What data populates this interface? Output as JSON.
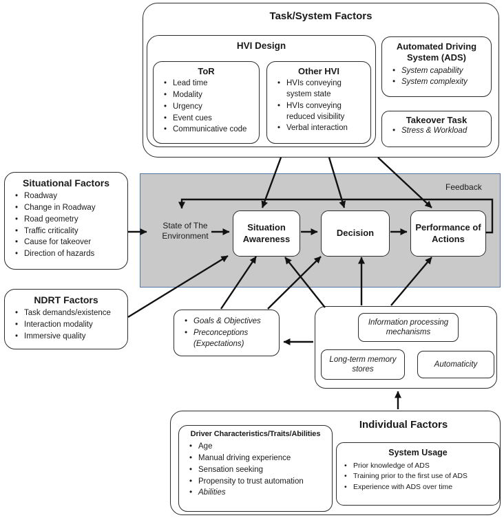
{
  "colors": {
    "panel_fill": "#c9c9c9",
    "panel_border": "#4f74a6",
    "line": "#111111",
    "box_border": "#2a2a2a"
  },
  "task_system": {
    "title": "Task/System Factors",
    "hvi": {
      "title": "HVI Design",
      "tor": {
        "title": "ToR",
        "items": [
          "Lead time",
          "Modality",
          "Urgency",
          "Event cues",
          "Communicative code"
        ]
      },
      "other_hvi": {
        "title": "Other HVI",
        "items": [
          "HVIs conveying system state",
          "HVIs conveying reduced visibility",
          "Verbal interaction"
        ]
      }
    },
    "ads": {
      "title": "Automated Driving System (ADS)",
      "items": [
        "System capability",
        "System complexity"
      ]
    },
    "takeover_task": {
      "title": "Takeover Task",
      "items": [
        "Stress & Workload"
      ]
    }
  },
  "situational": {
    "title": "Situational Factors",
    "items": [
      "Roadway",
      "Change in Roadway",
      "Road geometry",
      "Traffic criticality",
      "Cause for takeover",
      "Direction of hazards"
    ]
  },
  "ndrt": {
    "title": "NDRT Factors",
    "items": [
      "Task demands/existence",
      "Interaction modality",
      "Immersive quality"
    ]
  },
  "process_panel": {
    "state_label": "State of The Environment",
    "feedback_label": "Feedback",
    "stages": {
      "situation_awareness": "Situation Awareness",
      "decision": "Decision",
      "performance": "Performance of Actions"
    }
  },
  "goals": {
    "items": [
      "Goals & Objectives",
      "Preconceptions (Expectations)"
    ]
  },
  "cognitive": {
    "info_processing": "Information processing mechanisms",
    "long_term_memory": "Long-term memory stores",
    "automaticity": "Automaticity"
  },
  "individual": {
    "title": "Individual Factors",
    "driver": {
      "title": "Driver Characteristics/Traits/Abilities",
      "items": [
        "Age",
        "Manual driving experience",
        "Sensation seeking",
        "Propensity to trust automation",
        {
          "text": "Abilities",
          "italic": true
        }
      ]
    },
    "system_usage": {
      "title": "System Usage",
      "items": [
        "Prior knowledge of ADS",
        "Training prior to the first use of ADS",
        "Experience with ADS over time"
      ]
    }
  }
}
